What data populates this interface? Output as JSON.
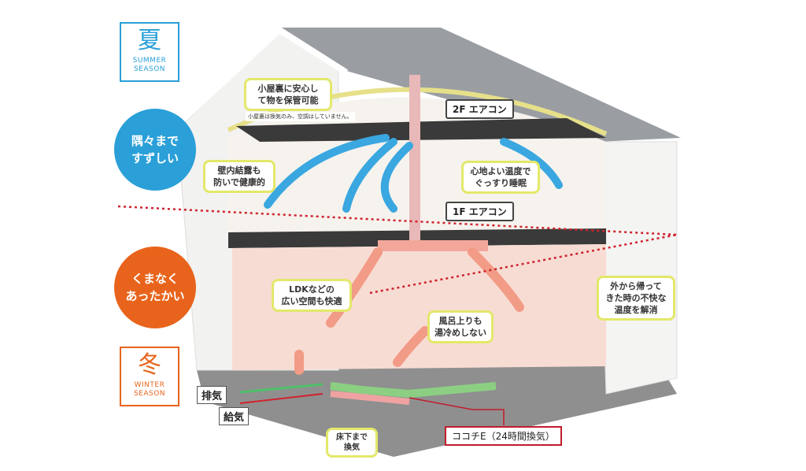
{
  "summer": {
    "kanji": "夏",
    "english": "SUMMER\nSEASON",
    "slogan": "隅々まで\nすずしい",
    "color": "#2a9fd8"
  },
  "winter": {
    "kanji": "冬",
    "english": "WINTER\nSEASON",
    "slogan": "くまなく\nあったかい",
    "color": "#e8641c"
  },
  "callouts": {
    "attic": "小屋裏に安心し\nて物を保管可能",
    "attic_note": "小屋裏は換気のみ、空調はしていません。",
    "wall": "壁内結露も\n防いで健康的",
    "sleep": "心地よい温度で\nぐっすり睡眠",
    "ldk": "LDKなどの\n広い空間も快適",
    "return": "外から帰って\nきた時の不快な\n温度を解消",
    "bath": "風呂上りも\n湯冷めしない"
  },
  "ac": {
    "second_floor": "2F エアコン",
    "first_floor": "1F エアコン"
  },
  "ventilation": {
    "exhaust": "排気",
    "supply": "給気",
    "underfloor": "床下まで\n換気",
    "system": "ココチE（24時間換気）"
  }
}
